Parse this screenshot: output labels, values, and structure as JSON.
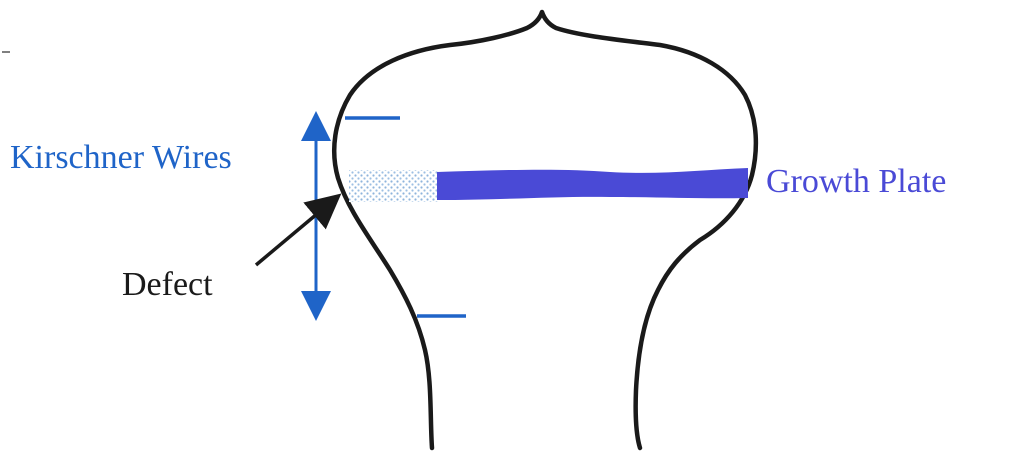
{
  "labels": {
    "kirschner_wires": "Kirschner Wires",
    "growth_plate": "Growth Plate",
    "defect": "Defect"
  },
  "colors": {
    "outline": "#1a1a1a",
    "wire_blue": "#1f64c8",
    "plate_blue": "#4a4ad6",
    "plate_label": "#4a4ad6",
    "defect_pattern": "#8fb4dc"
  }
}
